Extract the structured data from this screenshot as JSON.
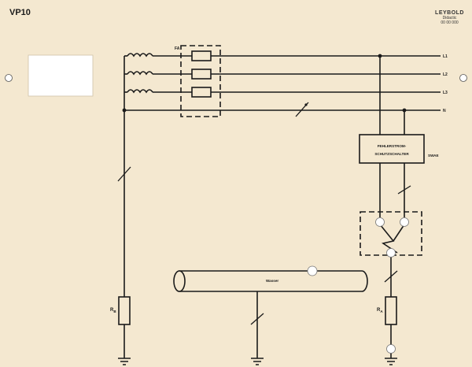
{
  "panel": {
    "title": "VP10",
    "logo": {
      "name": "LEYBOLD",
      "line2": "Didactic",
      "line3": "00 00 000"
    },
    "colors": {
      "background": "#f4e8d0",
      "ink": "#1a1a1a",
      "socket": "#ffffff"
    }
  },
  "labels": {
    "fuses": "FA",
    "l1": "L1",
    "l2": "L2",
    "l3": "L3",
    "n": "N",
    "rcd_line1": "FEHLERSTROM-",
    "rcd_line2": "SCHUTZSCHALTER",
    "rcd_tag": "SWAE",
    "pipe": "Wasser",
    "rb": "R",
    "rb_sub": "B",
    "ra": "R",
    "ra_sub": "A"
  }
}
